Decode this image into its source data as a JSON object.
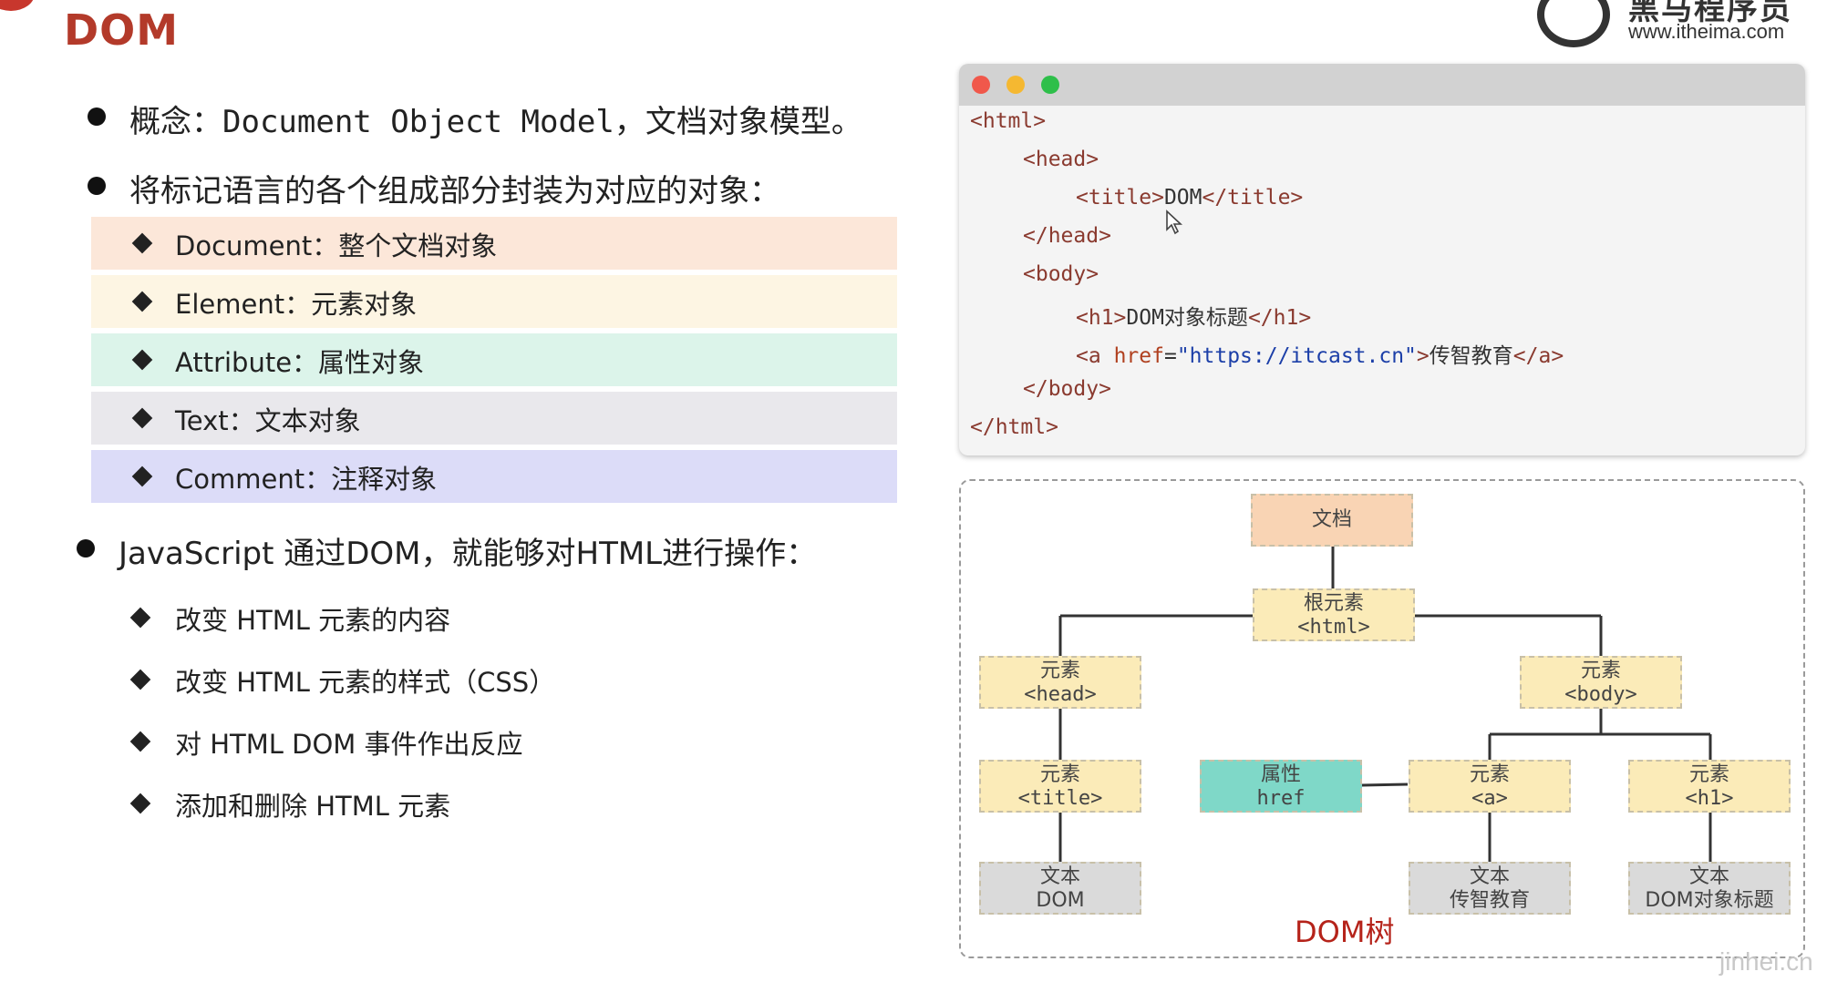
{
  "title": "DOM",
  "logo": {
    "name": "黑马程序员",
    "url": "www.itheima.com"
  },
  "concept": "概念：Document Object Model，文档对象模型。",
  "encapsulate": "将标记语言的各个组成部分封装为对应的对象：",
  "objects": [
    {
      "label": "Document：整个文档对象",
      "bg": "#fce7d9"
    },
    {
      "label": "Element：元素对象",
      "bg": "#fdf5e3"
    },
    {
      "label": "Attribute：属性对象",
      "bg": "#dcf4ea"
    },
    {
      "label": "Text：文本对象",
      "bg": "#e9e8ec"
    },
    {
      "label": "Comment：注释对象",
      "bg": "#dcdcf8"
    }
  ],
  "js_heading": "JavaScript 通过DOM，就能够对HTML进行操作：",
  "js_items": [
    "改变 HTML 元素的内容",
    "改变 HTML 元素的样式（CSS）",
    "对 HTML DOM 事件作出反应",
    "添加和删除 HTML 元素"
  ],
  "code": {
    "window_buttons": [
      "#f0584b",
      "#f5b831",
      "#2ebf4a"
    ],
    "lines": {
      "html_open": "<html>",
      "head_open": "<head>",
      "title_open": "<title>",
      "title_text": "DOM",
      "title_close": "</title>",
      "head_close": "</head>",
      "body_open": "<body>",
      "h1_open": "<h1>",
      "h1_text": "DOM对象标题",
      "h1_close": "</h1>",
      "a_open": "<a",
      "a_attr": "href",
      "a_eq": "=",
      "a_href": "\"https://itcast.cn\"",
      "a_gt": ">",
      "a_text": "传智教育",
      "a_close": "</a>",
      "body_close": "</body>",
      "html_close": "</html>"
    }
  },
  "tree": {
    "caption": "DOM树",
    "doc": {
      "l1": "文档"
    },
    "html": {
      "l1": "根元素",
      "l2": "<html>"
    },
    "head": {
      "l1": "元素",
      "l2": "<head>"
    },
    "body": {
      "l1": "元素",
      "l2": "<body>"
    },
    "title": {
      "l1": "元素",
      "l2": "<title>"
    },
    "href": {
      "l1": "属性",
      "l2": "href"
    },
    "a": {
      "l1": "元素",
      "l2": "<a>"
    },
    "h1": {
      "l1": "元素",
      "l2": "<h1>"
    },
    "text_dom": {
      "l1": "文本",
      "l2": "DOM"
    },
    "text_a": {
      "l1": "文本",
      "l2": "传智教育"
    },
    "text_h1": {
      "l1": "文本",
      "l2": "DOM对象标题"
    }
  },
  "watermark": "jinhei.cn"
}
